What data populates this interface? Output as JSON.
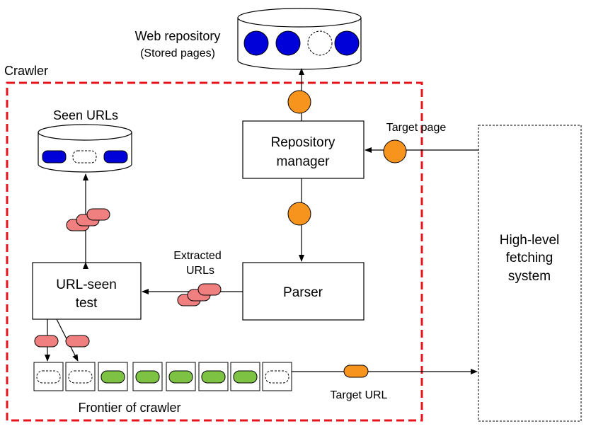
{
  "labels": {
    "web_repository_title": "Web repository",
    "web_repository_subtitle": "(Stored pages)",
    "crawler": "Crawler",
    "seen_urls": "Seen URLs",
    "repository_manager_line1": "Repository",
    "repository_manager_line2": "manager",
    "target_page": "Target page",
    "extracted_urls_line1": "Extracted",
    "extracted_urls_line2": "URLs",
    "url_seen_test_line1": "URL-seen",
    "url_seen_test_line2": "test",
    "parser": "Parser",
    "high_level_line1": "High-level",
    "high_level_line2": "fetching",
    "high_level_line3": "system",
    "target_url": "Target URL",
    "frontier": "Frontier of crawler"
  },
  "colors": {
    "crawler_border": "#e8141c",
    "page_token": "#f7941d",
    "stored_page": "#0000d8",
    "url_token": "#f08080",
    "queued_url": "#7dc242",
    "seen_url": "#0000d8"
  },
  "web_repository_slots": [
    "stored",
    "stored",
    "empty",
    "stored"
  ],
  "seen_urls_slots": [
    "seen",
    "empty",
    "seen"
  ],
  "frontier_slots": [
    "empty",
    "empty",
    "queued",
    "queued",
    "queued",
    "queued",
    "queued",
    "empty"
  ]
}
